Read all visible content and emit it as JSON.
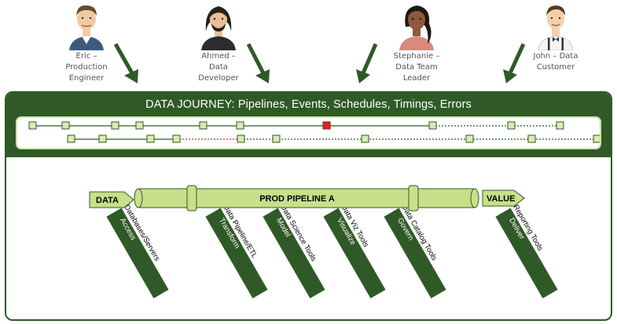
{
  "personas": [
    {
      "name": "Eric –",
      "role_lines": [
        "Production",
        "Engineer"
      ],
      "skin": "#f2c9a5",
      "hair": "#6b4a2b",
      "shirt": "#3b5b7e"
    },
    {
      "name": "Ahmed –",
      "role_lines": [
        "Data",
        "Developer"
      ],
      "skin": "#e8c09a",
      "hair": "#2a2118",
      "shirt": "#2c2c2c"
    },
    {
      "name": "Stephanie –",
      "role_lines": [
        "Data Team",
        "Leader"
      ],
      "skin": "#8a5a3b",
      "hair": "#1f1712",
      "shirt": "#d98a7a"
    },
    {
      "name": "John – Data",
      "role_lines": [
        "Customer"
      ],
      "skin": "#f3cfae",
      "hair": "#5c3a1e",
      "shirt": "#f5f5f5"
    }
  ],
  "journey": {
    "title": "DATA JOURNEY: Pipelines, Events, Schedules, Timings, Errors"
  },
  "pipeline": {
    "start_label": "DATA",
    "name": "PROD PIPELINE A",
    "end_label": "VALUE"
  },
  "stages": [
    {
      "verb": "Access",
      "tools": "Databases/Servers"
    },
    {
      "verb": "Transform",
      "tools": "Data Pipeline/ETL"
    },
    {
      "verb": "Model",
      "tools": "Data Science Tools"
    },
    {
      "verb": "Visualize",
      "tools": "Data Viz Tools"
    },
    {
      "verb": "Govern",
      "tools": "Data Catalog Tools"
    },
    {
      "verb": "Deliver",
      "tools": "Reporting Tools"
    }
  ],
  "colors": {
    "dark_green": "#2f5a27",
    "light_green": "#c8e08a",
    "node_fill": "#d9ebb0",
    "error_red": "#e0231b"
  }
}
